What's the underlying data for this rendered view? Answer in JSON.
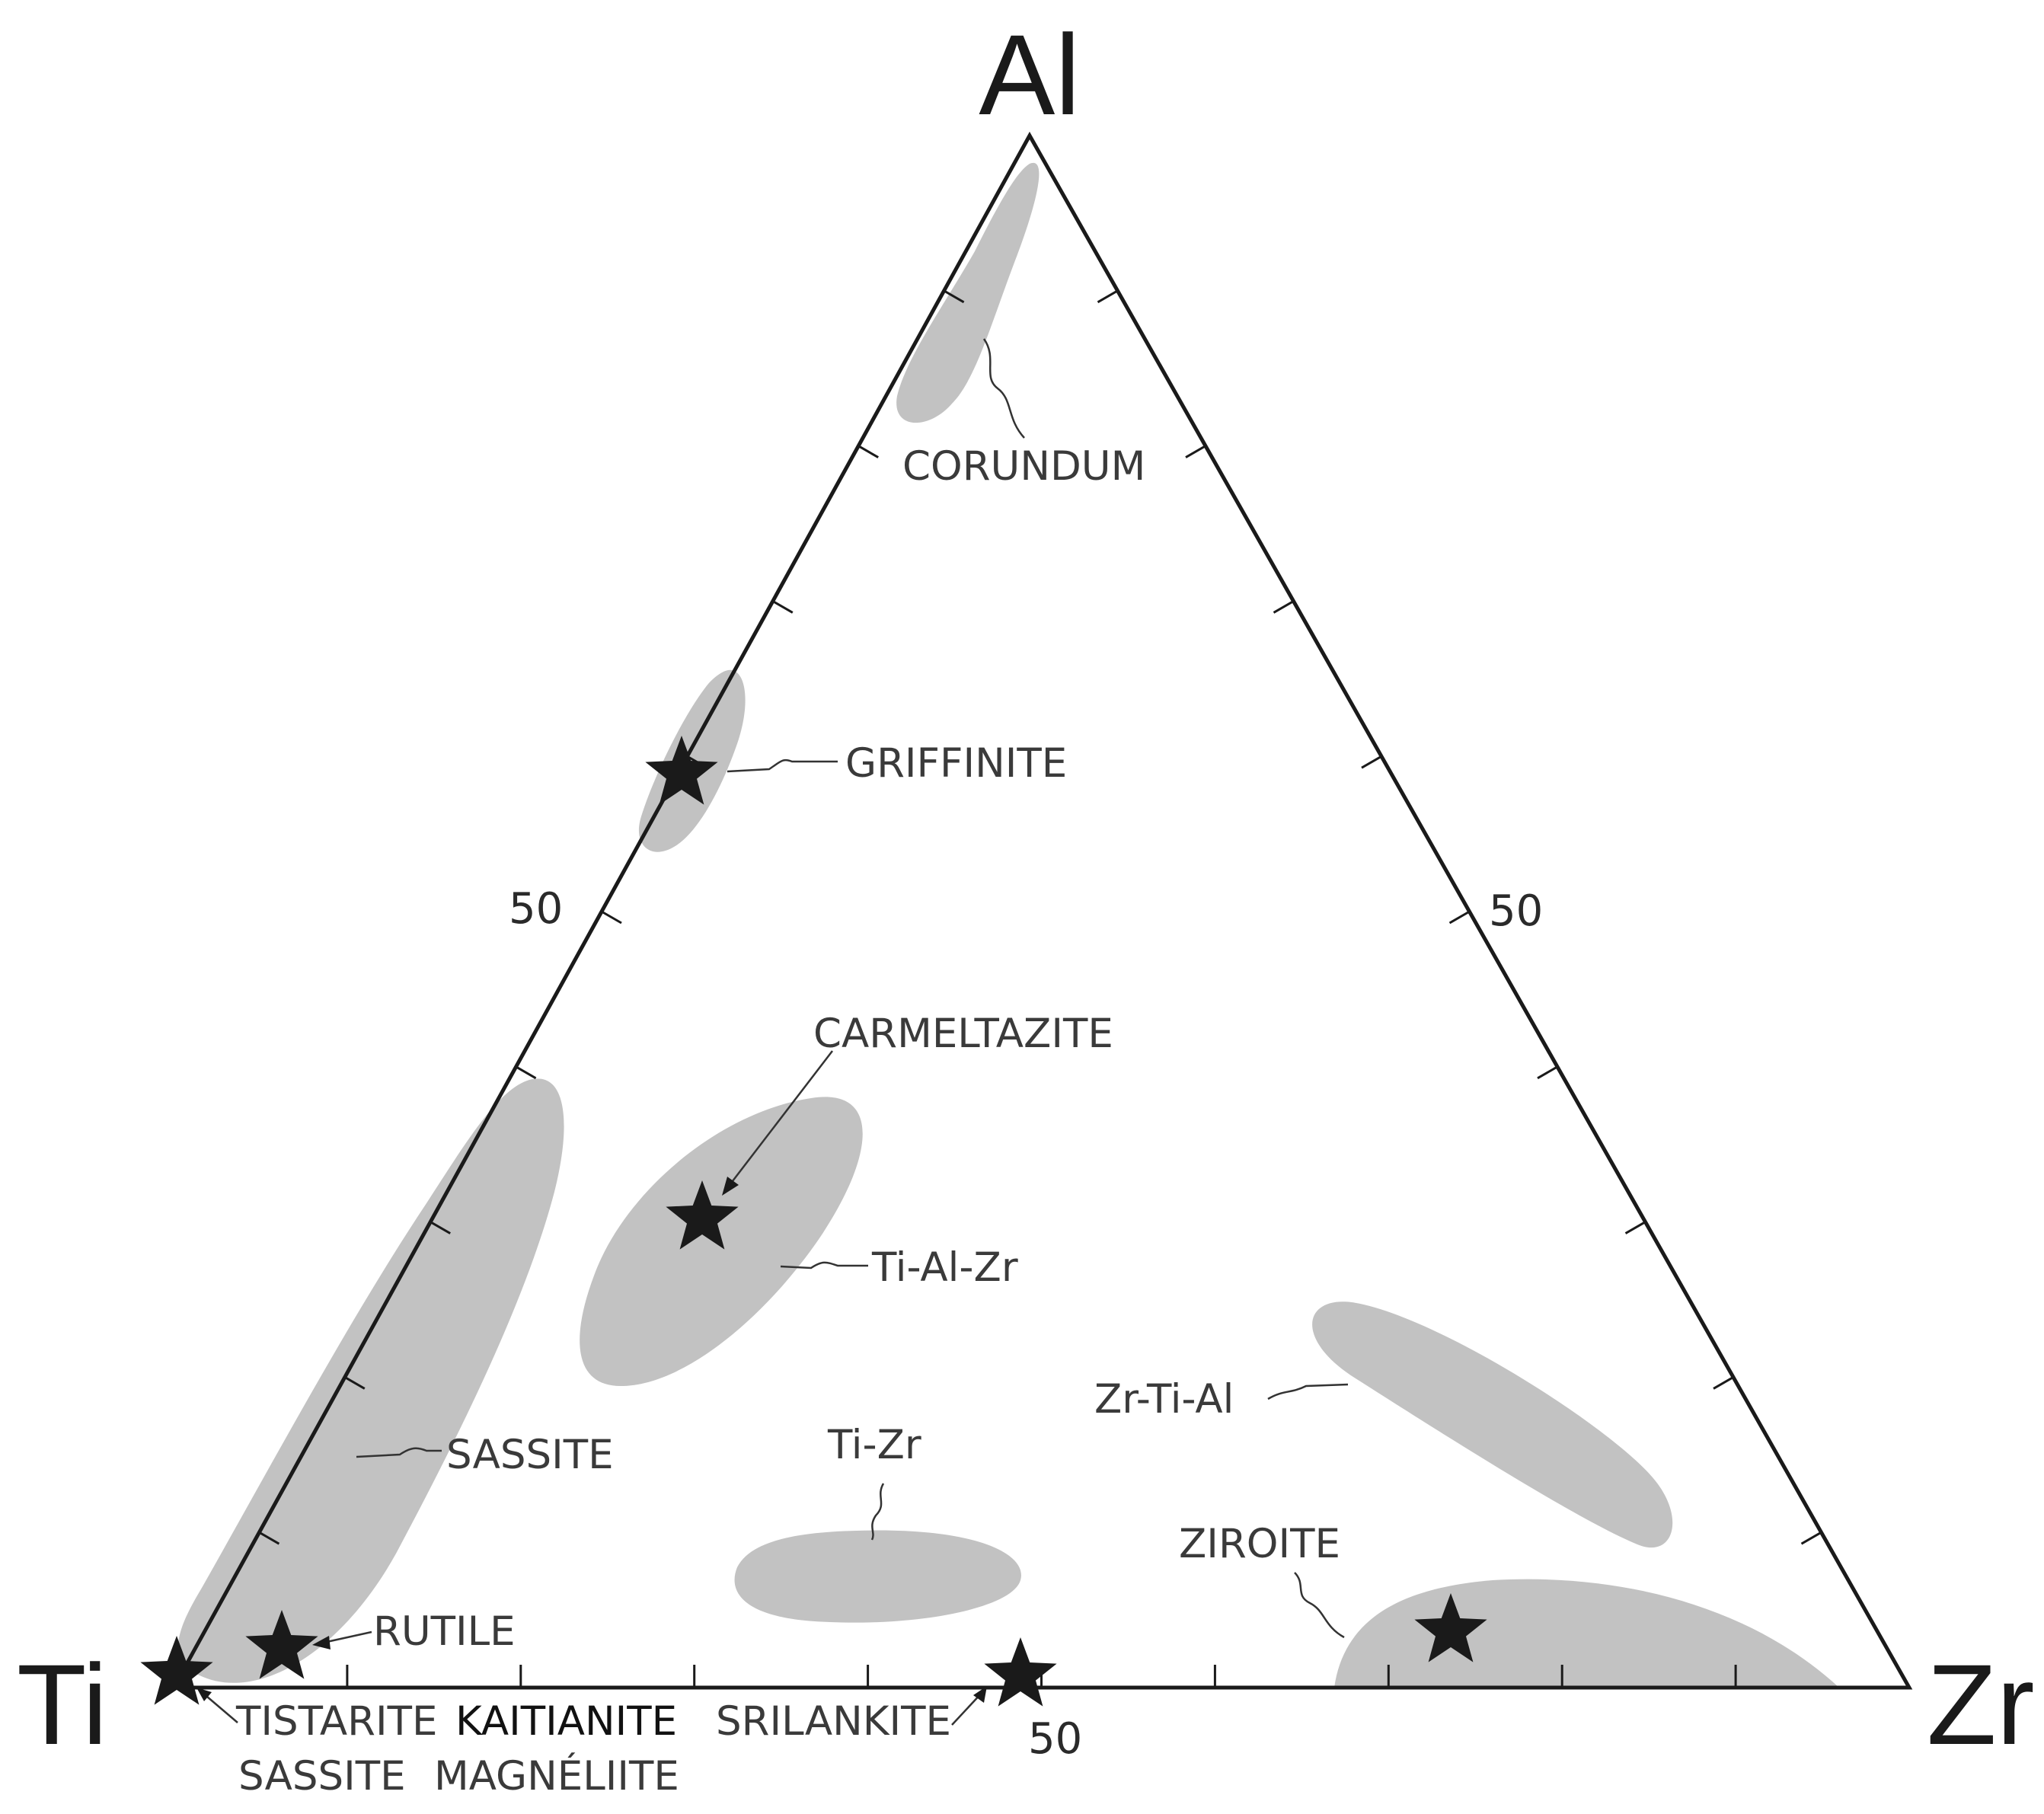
{
  "vertices": {
    "top": "Al",
    "left": "Ti",
    "right": "Zr"
  },
  "tick_labels": {
    "left": "50",
    "right": "50",
    "bottom": "50"
  },
  "fields": {
    "corundum": "CORUNDUM",
    "griffinite": "GRIFFINITE",
    "carmeltazite": "CARMELTAZITE",
    "ti_al_zr": "Ti-Al-Zr",
    "sassite_field": "SASSITE",
    "ti_zr": "Ti-Zr",
    "zr_ti_al": "Zr-Ti-Al",
    "ziroite": "ZIROITE",
    "rutile": "RUTILE"
  },
  "bottom_labels": {
    "tistarite": "TISTARITE",
    "sassite": "SASSITE",
    "kaitianite": "KAITIANITE",
    "magneliite": "MAGNÉLIITE",
    "srilankite": "SRILANKITE"
  },
  "colors": {
    "field": "#c2c2c2",
    "line": "#1a1a1a",
    "background": "#ffffff"
  },
  "marker_icon": "star-icon"
}
